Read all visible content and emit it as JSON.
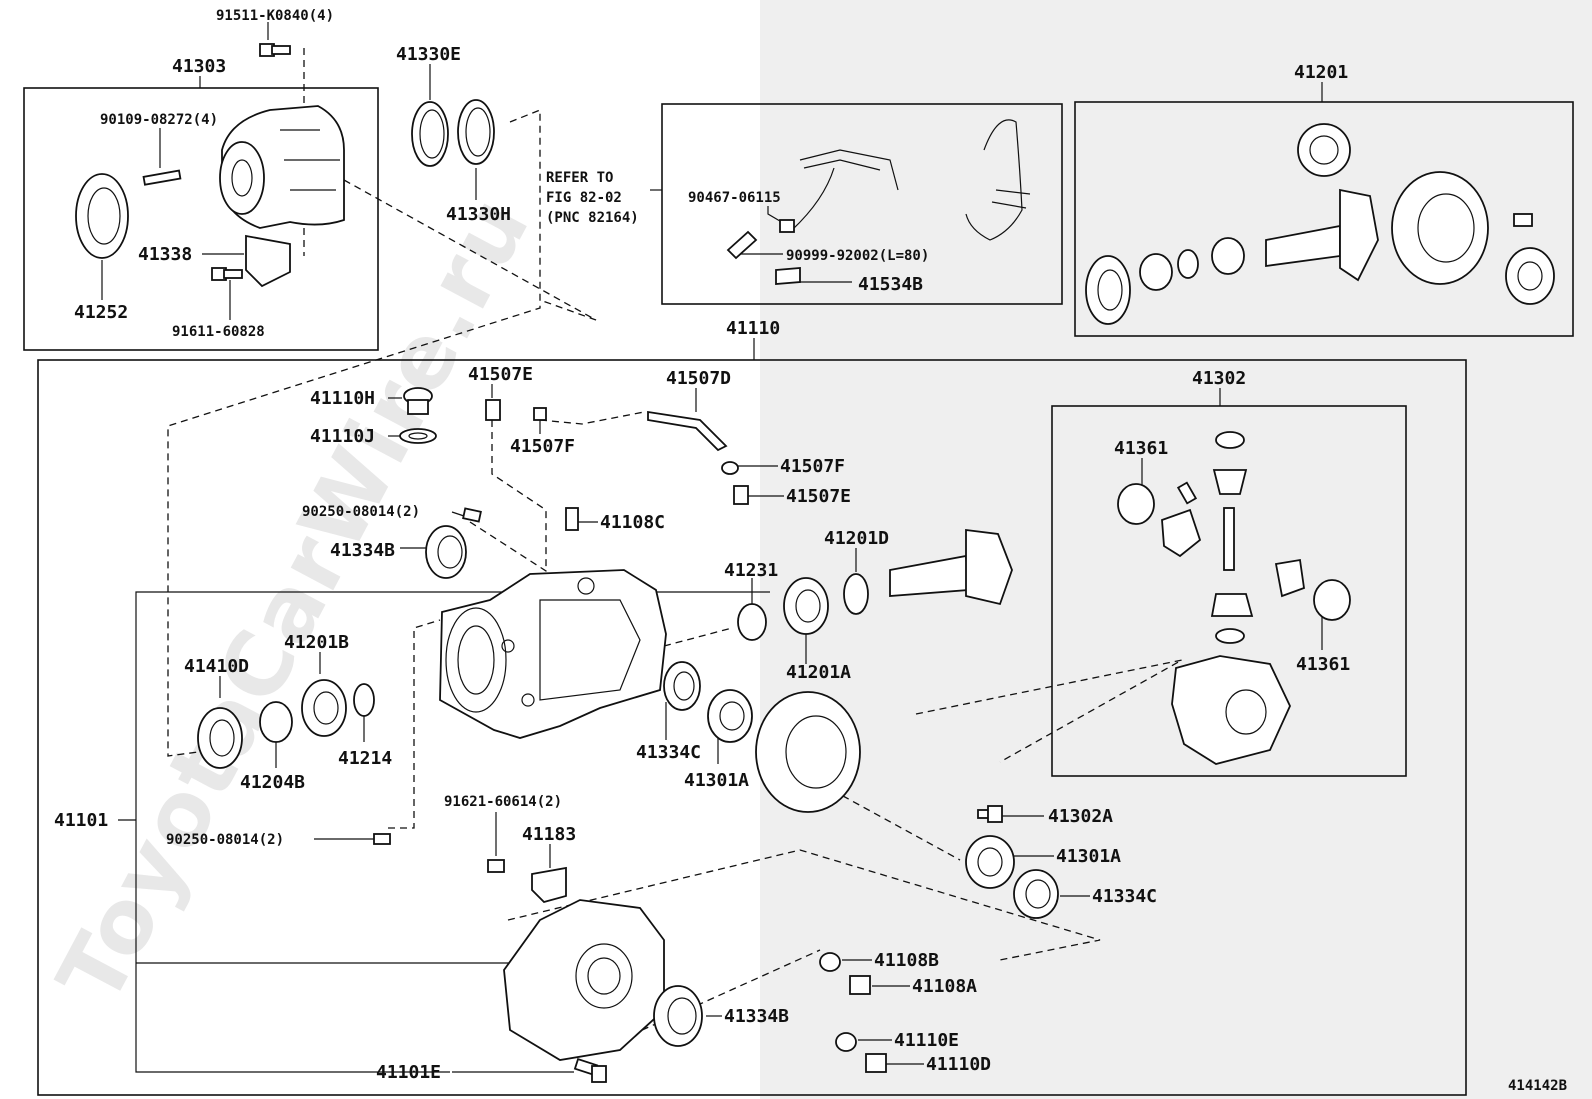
{
  "watermark": "ToyotaCarWire.ru",
  "figure_code": "414142B",
  "refer_note": [
    "REFER TO",
    "FIG 82-02",
    "(PNC 82164)"
  ],
  "labels": {
    "p91511": "91511-K0840(4)",
    "p41303": "41303",
    "p90109": "90109-08272(4)",
    "p41338": "41338",
    "p41252": "41252",
    "p91611": "91611-60828",
    "p41330E": "41330E",
    "p41330H": "41330H",
    "p90467": "90467-06115",
    "p90999": "90999-92002(L=80)",
    "p41534B": "41534B",
    "p41201": "41201",
    "p41110": "41110",
    "p41302": "41302",
    "p41361a": "41361",
    "p41361b": "41361",
    "p41110H": "41110H",
    "p41110J": "41110J",
    "p41507E_top": "41507E",
    "p41507F_top": "41507F",
    "p41507D": "41507D",
    "p41507F": "41507F",
    "p41507E": "41507E",
    "p90250a": "90250-08014(2)",
    "p41108C": "41108C",
    "p41334B_top": "41334B",
    "p41201D": "41201D",
    "p41231": "41231",
    "p41201A": "41201A",
    "p41410D": "41410D",
    "p41201B": "41201B",
    "p41214": "41214",
    "p41204B": "41204B",
    "p41334C_a": "41334C",
    "p41301A_a": "41301A",
    "p41101": "41101",
    "p90250b": "90250-08014(2)",
    "p91621": "91621-60614(2)",
    "p41183": "41183",
    "p41302A": "41302A",
    "p41301A_b": "41301A",
    "p41334C_b": "41334C",
    "p41108B": "41108B",
    "p41108A": "41108A",
    "p41334B": "41334B",
    "p41110E": "41110E",
    "p41110D": "41110D",
    "p41101E": "41101E"
  }
}
